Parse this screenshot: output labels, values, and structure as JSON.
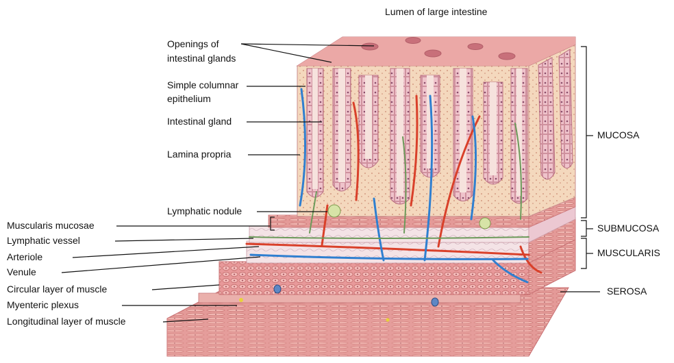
{
  "title": "Lumen of large intestine",
  "left_labels": {
    "openings": [
      "Openings of",
      "intestinal glands"
    ],
    "epithelium": [
      "Simple columnar",
      "epithelium"
    ],
    "intestinal_gland": "Intestinal gland",
    "lamina_propria": "Lamina propria",
    "lymphatic_nodule": "Lymphatic nodule",
    "muscularis_mucosae": "Muscularis mucosae",
    "lymphatic_vessel": "Lymphatic vessel",
    "arteriole": "Arteriole",
    "venule": "Venule",
    "circular_muscle": "Circular layer of muscle",
    "myenteric_plexus": "Myenteric plexus",
    "longitudinal_muscle": "Longitudinal layer of muscle"
  },
  "right_labels": {
    "mucosa": "MUCOSA",
    "submucosa": "SUBMUCOSA",
    "muscularis": "MUSCULARIS",
    "serosa": "SEROSA"
  },
  "colors": {
    "mucosa_top": "#e7a0a0",
    "mucosa_body": "#f3d3b8",
    "gland_wall": "#e9b3c0",
    "artery": "#d9402a",
    "vein": "#2f7fd0",
    "lymph": "#6c9a5a",
    "muscle": "#e3908f",
    "muscle_dark": "#c76a6d",
    "submucosa": "#f1dbe0"
  }
}
